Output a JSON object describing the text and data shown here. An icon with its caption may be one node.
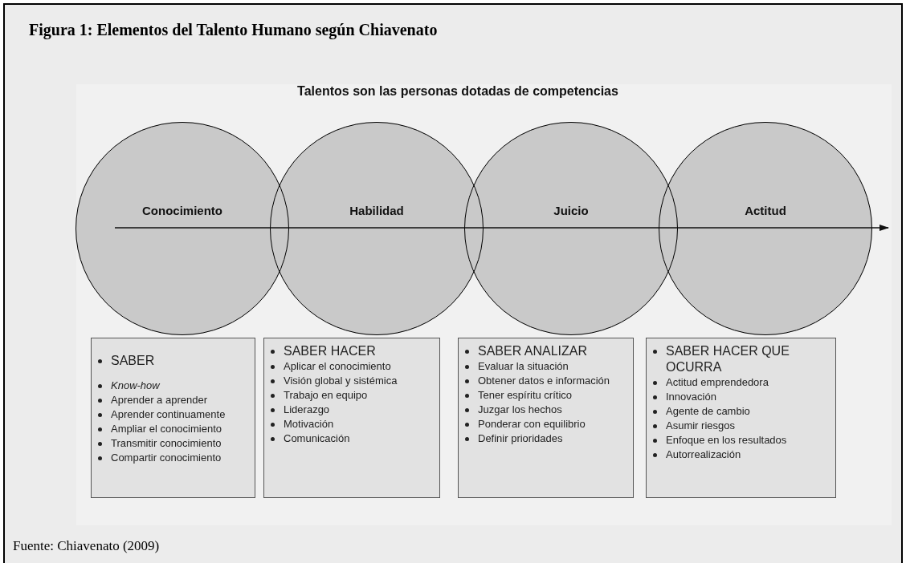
{
  "diagram": {
    "title": "Figura 1: Elementos del Talento Humano según Chiavenato",
    "caption": "Fuente: Chiavenato (2009)",
    "nodes": [
      {
        "text": [
          "Conocimiento"
        ]
      },
      {
        "text": [
          "Habilidad"
        ]
      },
      {
        "text": [
          "Juicio"
        ]
      },
      {
        "text": [
          "Actitud"
        ]
      },
      {
        "text": [
          "SABER",
          "*Know-how*",
          "Aprender a aprender",
          "Aprender continuamente",
          "Ampliar el conocimiento",
          "Transmitir conocimiento",
          "Compartir conocimiento"
        ]
      },
      {
        "text": [
          "SABER HACER",
          "Aplicar el conocimiento",
          "Visión global y sistémica",
          "Trabajo en equipo",
          "Liderazgo",
          "Motivación",
          "Comunicación"
        ]
      },
      {
        "text": [
          "SABER ANALIZAR",
          "Evaluar la situación",
          "Obtener datos e información",
          "Tener espíritu crítico",
          "Juzgar los hechos",
          "Ponderar con equilibrio",
          "Definir prioridades"
        ]
      },
      {
        "text": [
          "SABER HACER QUE OCURRA",
          "Actitud emprendedora",
          "Innovación",
          "Agente de cambio",
          "Asumir riesgos",
          "Enfoque en los resultados",
          "Autorrealización"
        ]
      }
    ],
    "edges": [
      {
        "from": 0,
        "to": 1,
        "arrow": "none"
      },
      {
        "from": 1,
        "to": 2,
        "arrow": "none"
      },
      {
        "from": 2,
        "to": 3,
        "arrow": "none"
      },
      {
        "from": 3,
        "to": null,
        "arrow": "to"
      }
    ],
    "labels": [
      "Talentos son las personas dotadas de competencias"
    ]
  }
}
